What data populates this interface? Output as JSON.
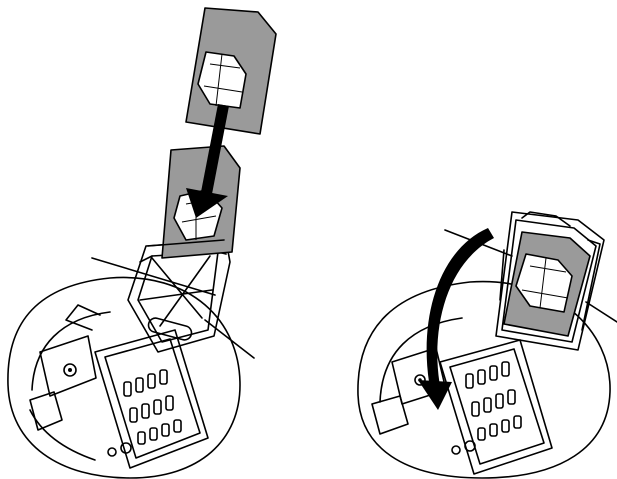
{
  "figure": {
    "panels": [
      {
        "step": "insert-sim-card",
        "arrow": "straight-down-arrow"
      },
      {
        "step": "close-sim-holder",
        "arrow": "curved-down-arrow"
      }
    ]
  },
  "colors": {
    "sim_card": "#9a9a9a",
    "sim_chip": "#ffffff",
    "outline": "#000000",
    "background": "#ffffff"
  }
}
